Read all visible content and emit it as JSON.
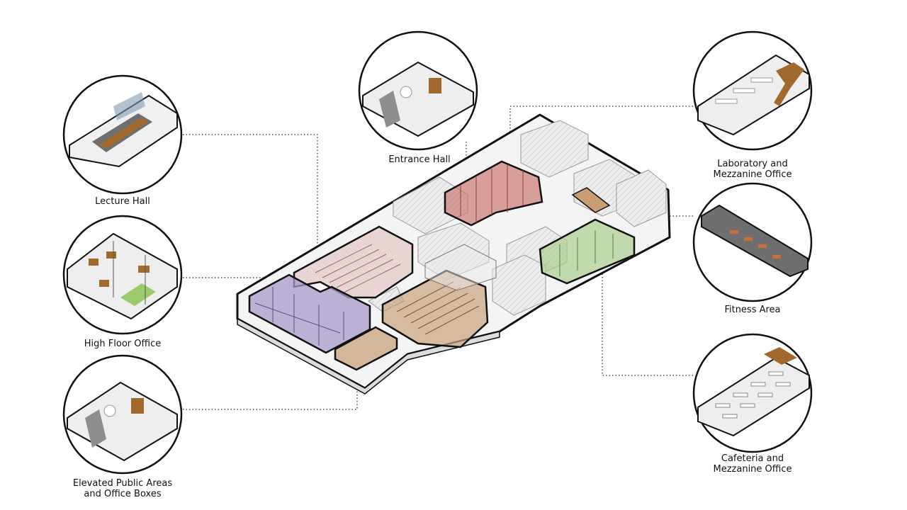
{
  "labels": {
    "lecture_hall": {
      "lines": [
        "Lecture Hall"
      ]
    },
    "high_floor_office": {
      "lines": [
        "High Floor Office"
      ]
    },
    "elevated_public": {
      "lines": [
        "Elevated Public Areas",
        "and Office Boxes"
      ]
    },
    "entrance_hall": {
      "lines": [
        "Entrance Hall"
      ]
    },
    "laboratory": {
      "lines": [
        "Laboratory and",
        "Mezzanine Office"
      ]
    },
    "fitness": {
      "lines": [
        "Fitness Area"
      ]
    },
    "cafeteria": {
      "lines": [
        "Cafeteria and",
        "Mezzanine Office"
      ]
    }
  },
  "zone_colors": {
    "entrance": "#c9706c",
    "lecture": "#e3c7c5",
    "office": "#a99bcb",
    "fitness": "#a9cf8f",
    "timber": "#c9a27d",
    "floor": "#f2f2f2",
    "grey": "#b7b7b7"
  },
  "accent_colors": {
    "wood": "#a0692e",
    "lawn": "#9cc96a"
  }
}
